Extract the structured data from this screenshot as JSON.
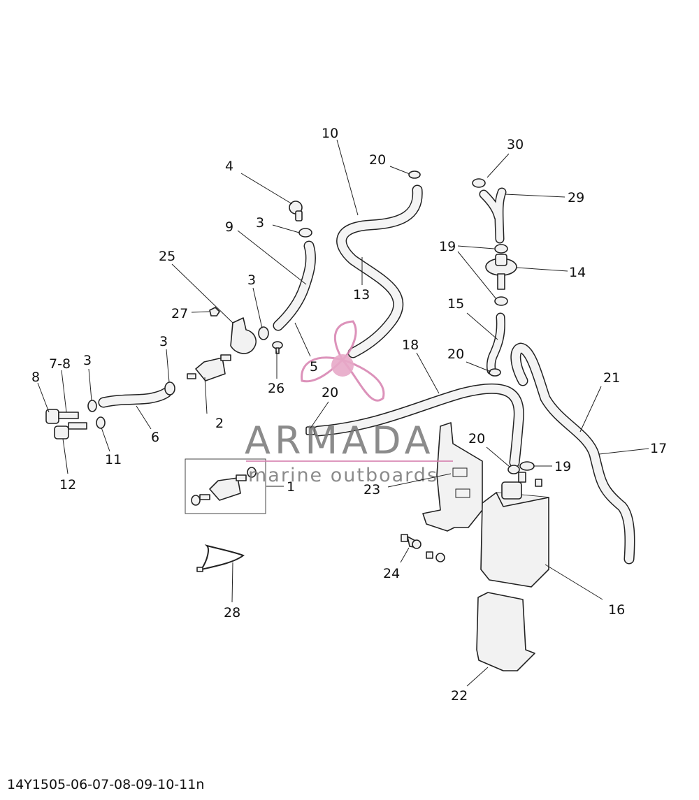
{
  "drawing_code": "14Y1505-06-07-08-09-10-11n",
  "watermark": {
    "brand": "ARMADA",
    "tagline": "marine outboards",
    "logo_color": "#e7a9c8"
  },
  "callouts": {
    "c1": "1",
    "c2": "2",
    "c3a": "3",
    "c3b": "3",
    "c3c": "3",
    "c3d": "3",
    "c4": "4",
    "c5": "5",
    "c6": "6",
    "c78": "7-8",
    "c8": "8",
    "c9": "9",
    "c10": "10",
    "c11": "11",
    "c12": "12",
    "c13": "13",
    "c14": "14",
    "c15": "15",
    "c16": "16",
    "c17": "17",
    "c18": "18",
    "c19a": "19",
    "c19b": "19",
    "c20a": "20",
    "c20b": "20",
    "c20c": "20",
    "c20d": "20",
    "c21": "21",
    "c22": "22",
    "c23": "23",
    "c24": "24",
    "c25": "25",
    "c26": "26",
    "c27": "27",
    "c28": "28",
    "c29": "29",
    "c30": "30"
  }
}
